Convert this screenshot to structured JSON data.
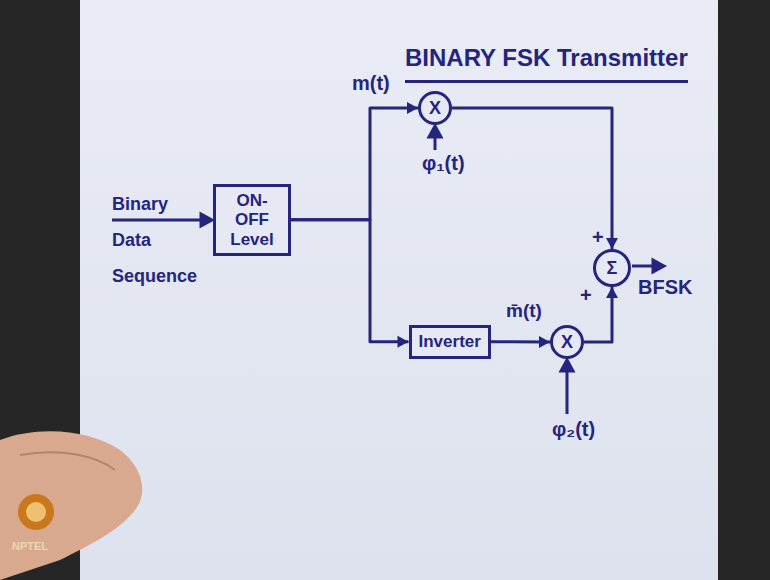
{
  "diagram": {
    "title": "BINARY FSK Transmitter",
    "nodes": [
      {
        "text": [
          "ON-OFF Level"
        ]
      },
      {
        "text": [
          "X"
        ]
      },
      {
        "text": [
          "Inverter"
        ]
      },
      {
        "text": [
          "X"
        ]
      },
      {
        "text": [
          "Σ"
        ]
      }
    ],
    "edges": [
      {
        "from": 0,
        "to": 1,
        "arrow": "to"
      },
      {
        "from": 0,
        "to": 2,
        "arrow": "to"
      },
      {
        "from": 2,
        "to": 3,
        "arrow": "to"
      },
      {
        "from": 1,
        "to": 4,
        "arrow": "to"
      },
      {
        "from": 3,
        "to": 4,
        "arrow": "to"
      }
    ],
    "labels": [
      "Binary Data Sequence",
      "m(t)",
      "φ₁(t)",
      "+",
      "+",
      "m̄(t)",
      "BFSK",
      "φ₂(t)",
      "NPTEL"
    ]
  }
}
